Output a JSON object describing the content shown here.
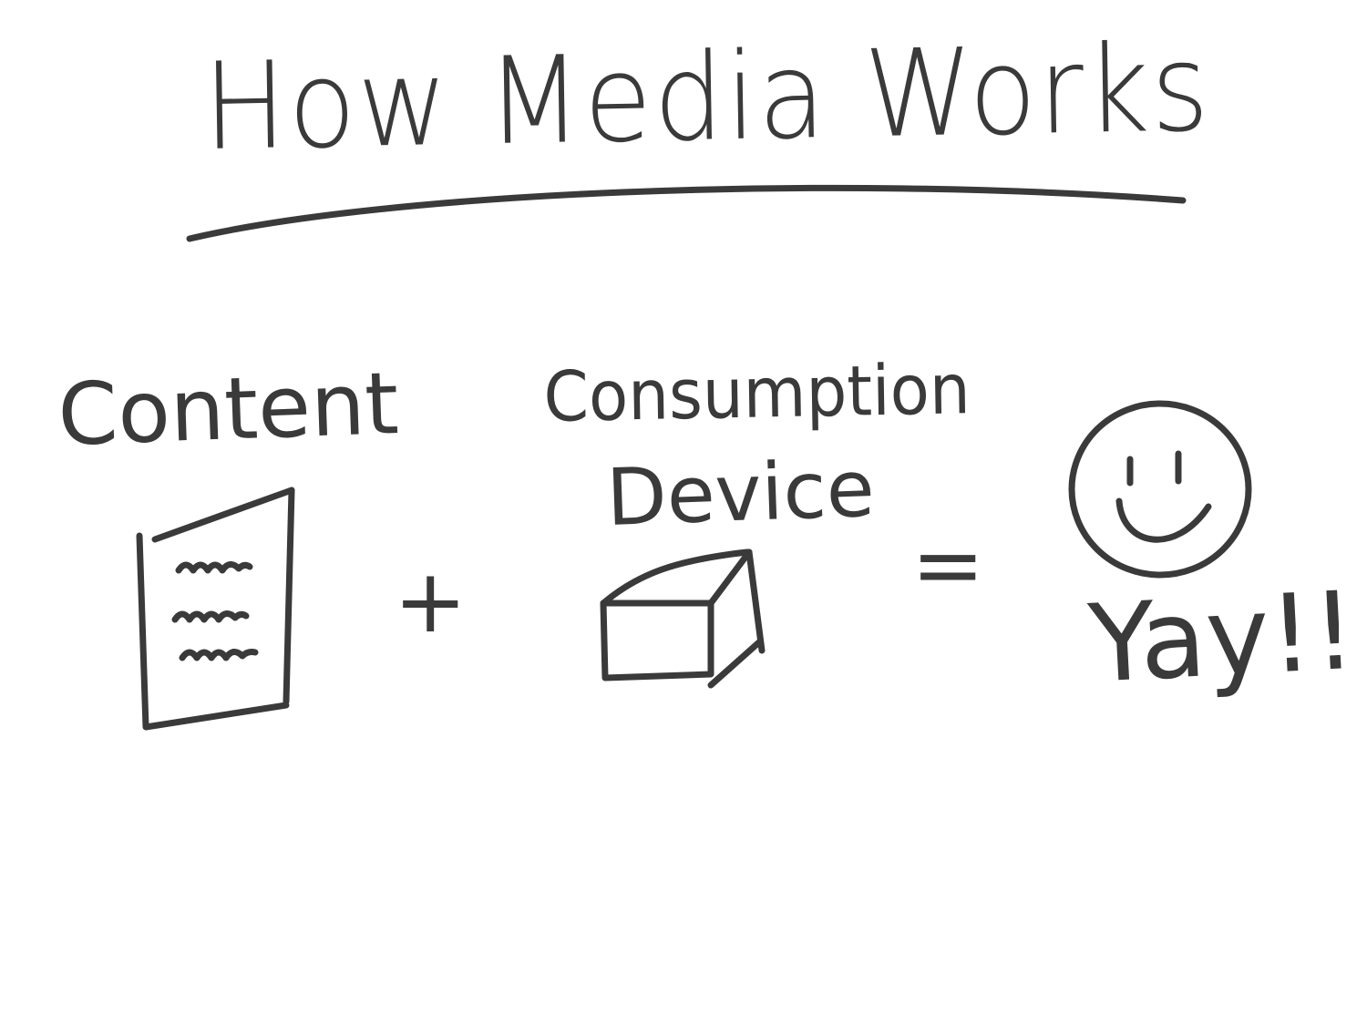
{
  "title": "How Media Works",
  "terms": {
    "content": "Content",
    "consumption": "Consumption",
    "device": "Device",
    "result": "Yay!!"
  },
  "operators": {
    "plus": "+",
    "equals": "="
  },
  "icons": {
    "document": "document-icon",
    "device": "box-icon",
    "smiley": "smiley-face-icon"
  },
  "colors": {
    "ink": "#3a3a3a",
    "paper": "#ffffff"
  }
}
